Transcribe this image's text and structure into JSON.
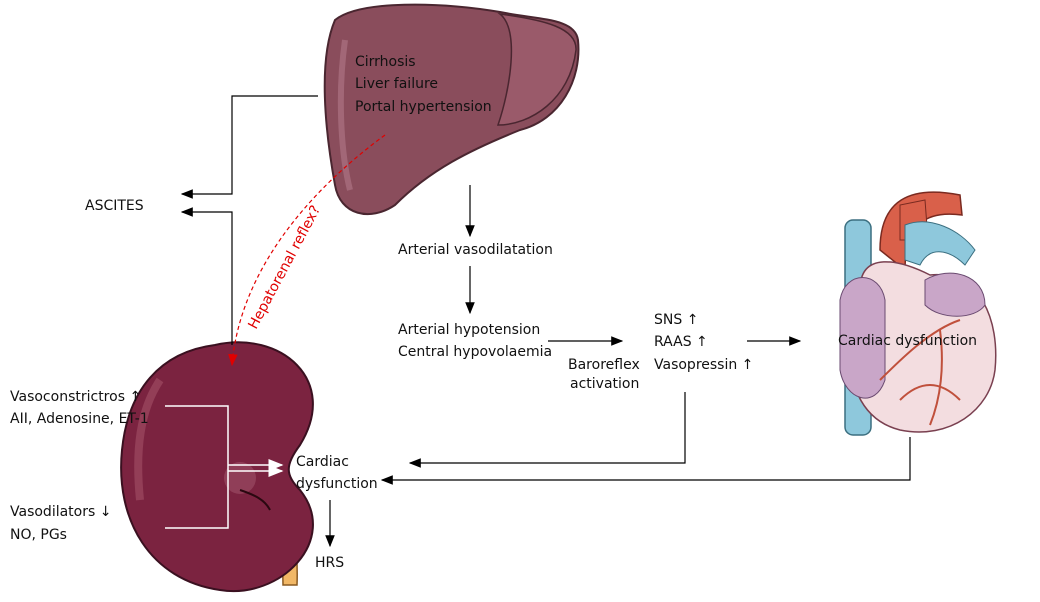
{
  "liver": {
    "lines": [
      "Cirrhosis",
      "Liver failure",
      "Portal hypertension"
    ]
  },
  "ascites": "ASCITES",
  "hepatorenal": "Hepatorenal reflex?",
  "vasodilatation": "Arterial vasodilatation",
  "hypotension": [
    "Arterial hypotension",
    "Central hypovolaemia"
  ],
  "baroreflex": [
    "Baroreflex",
    "activation"
  ],
  "neuro": [
    "SNS ↑",
    "RAAS ↑",
    "Vasopressin ↑"
  ],
  "heart_label": "Cardiac dysfunction",
  "kidney": {
    "vasoconstrictors": [
      "Vasoconstrictros ↑",
      "AII, Adenosine, ET-1"
    ],
    "vasodilators": [
      "Vasodilators ↓",
      "NO, PGs"
    ],
    "renal": [
      "Cardiac",
      "dysfunction"
    ],
    "hrs": "HRS"
  },
  "colors": {
    "liver": "#8a4d5c",
    "kidney": "#7b2340",
    "ureter": "#f2b866",
    "aorta": "#d9604a",
    "vein": "#8ec8dc",
    "heart": "#f3dde0",
    "reflex": "#e00000"
  }
}
